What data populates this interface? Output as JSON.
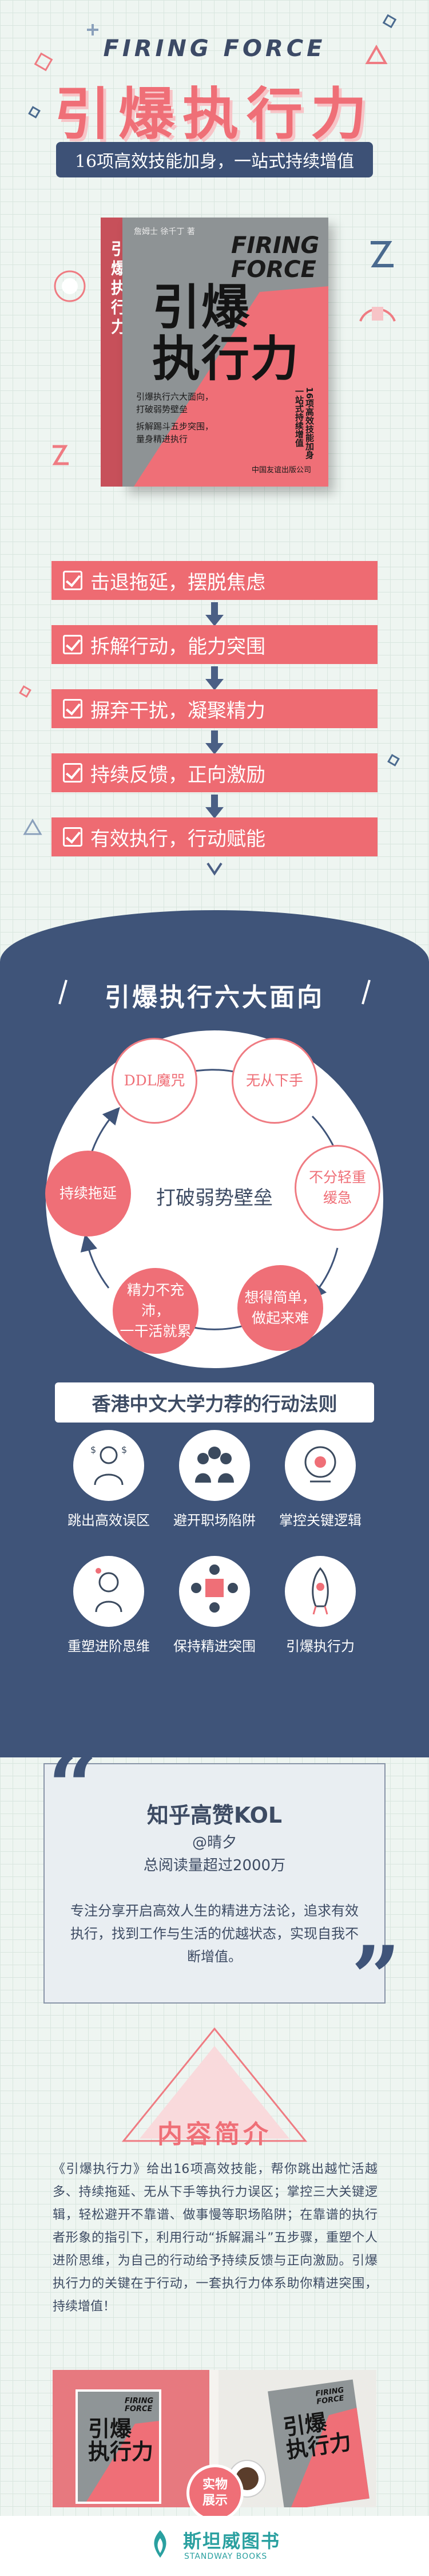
{
  "header": {
    "brand_en": "FIRING FORCE",
    "brand_cn": "引爆执行力",
    "subtitle": "16项高效技能加身，一站式持续增值"
  },
  "book": {
    "top_line": "詹姆士 徐千丁 著",
    "title_en_1": "FIRING",
    "title_en_2": "FORCE",
    "title_1": "引爆",
    "title_2": "执行力",
    "desc_1": "引爆执行六大面向，",
    "desc_2": "打破弱势壁垒",
    "desc_3": "拆解踢斗五步突围，",
    "desc_4": "量身精进执行",
    "right_vertical": "16项高效技能加身一站式持续增值",
    "publisher": "中国友谊出版公司",
    "spine": "引爆执行力"
  },
  "benefits": [
    {
      "label": "击退拖延，摆脱焦虑"
    },
    {
      "label": "拆解行动，能力突围"
    },
    {
      "label": "摒弃干扰，凝聚精力"
    },
    {
      "label": "持续反馈，正向激励"
    },
    {
      "label": "有效执行，行动赋能"
    }
  ],
  "six_aspects": {
    "title": "引爆执行六大面向",
    "center": "打破弱势壁垒",
    "nodes": [
      {
        "label": "DDL魔咒"
      },
      {
        "label": "无从下手"
      },
      {
        "label": "不分轻重\n缓急"
      },
      {
        "label": "想得简单，\n做起来难"
      },
      {
        "label": "精力不充沛，\n一干活就累"
      },
      {
        "label": "持续拖延"
      }
    ]
  },
  "laws": {
    "title": "香港中文大学力荐的行动法则",
    "items": [
      {
        "label": "跳出高效误区",
        "icon": "money-stress-icon"
      },
      {
        "label": "避开职场陷阱",
        "icon": "team-icon"
      },
      {
        "label": "掌控关键逻辑",
        "icon": "brain-gear-icon"
      },
      {
        "label": "重塑进阶思维",
        "icon": "thinker-icon"
      },
      {
        "label": "保持精进突围",
        "icon": "puzzle-team-icon"
      },
      {
        "label": "引爆执行力",
        "icon": "rocket-icon"
      }
    ]
  },
  "kol": {
    "title": "知乎高赞KOL",
    "name": "@晴夕",
    "count": "总阅读量超过2000万",
    "desc": "专注分享开启高效人生的精进方法论，追求有效执行，找到工作与生活的优越状态，实现自我不断增值。"
  },
  "intro": {
    "title": "内容简介",
    "body": "《引爆执行力》给出16项高效技能，帮你跳出越忙活越多、持续拖延、无从下手等执行力误区；掌控三大关键逻辑，轻松避开不靠谱、做事慢等职场陷阱；在靠谱的执行者形象的指引下，利用行动“拆解漏斗”五步骤，重塑个人进阶思维，为自己的行动给予持续反馈与正向激励。引爆执行力的关键在于行动，一套执行力体系助你精进突围，持续增值！"
  },
  "photos": {
    "badge": "实物\n展示",
    "mini_en_1": "FIRING",
    "mini_en_2": "FORCE",
    "mini_title_1": "引爆",
    "mini_title_2": "执行力"
  },
  "footer": {
    "logo_cn": "斯坦威图书",
    "logo_en": "STANDWAY BOOKS"
  },
  "colors": {
    "accent": "#ef6f77",
    "navy": "#3f5479",
    "background": "#eef5f1"
  }
}
